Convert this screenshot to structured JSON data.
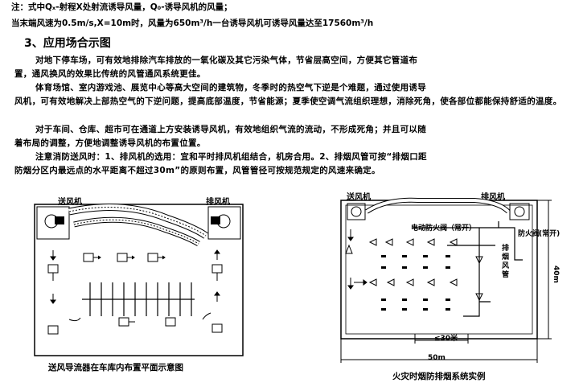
{
  "header": {
    "note": "注：式中Qₓ-射程X处射流诱导风量，Q₀-诱导风机的风量；",
    "speed_line": "当末端风速为0.5m/s,X=10m时，风量为650m³/h一台诱导风机可诱导风量达至17560m³/h"
  },
  "section_title": "3、应用场合示图",
  "paragraphs": [
    {
      "first": "对地下停车场，可有效地排除汽车排放的一氧化碳及其它污染气体，节省层高空间，方便其它管道布",
      "cont": "置，通风换风的效果比传统的风管通风系统更佳。"
    },
    {
      "first": "体育场馆、室内游戏池、展览中心等高大空间的建筑物，冬季时的热空气下逆是个难题，通过使用诱导",
      "cont": "风机，可有效地解决上部热空气的下逆问题，提高底部温度，节省能源；夏季使空调气流组织理想，消除死角，使各部位都能保持舒适的温度。"
    },
    {
      "first": "对于车间、仓库、超市可在通道上方安装诱导风机，有效地组织气流的流动，不形成死角；并且可以随",
      "cont": "着布局的调整，方便地调整诱导风机的布置位置。"
    },
    {
      "first": "注意消防送风时：1、排风机的选用：宜和平时排风机组结合，机房合用。2、排烟风管可按“排烟口距",
      "cont": "防烟分区内最远点的水平距离不超过30m”的原则布置，风管管径可按规范规定的风速来确定。"
    }
  ],
  "left_figure": {
    "supply_fan_label": "送风机",
    "exhaust_fan_label": "排风机",
    "caption": "送风导流器在车库内布置平面示意图"
  },
  "right_figure": {
    "supply_fan_label": "送风机",
    "exhaust_fan_label": "排风机",
    "fire_damper_label": "电动防火阀（常开）",
    "smoke_valve_label": "防火阀",
    "normally_open_label": "(常开)",
    "exhaust_duct_label": "排烟风管",
    "spacing_label": "≤30米",
    "width_label": "50m",
    "height_label": "40m",
    "caption": "火灾时烟防排烟系统实例"
  }
}
